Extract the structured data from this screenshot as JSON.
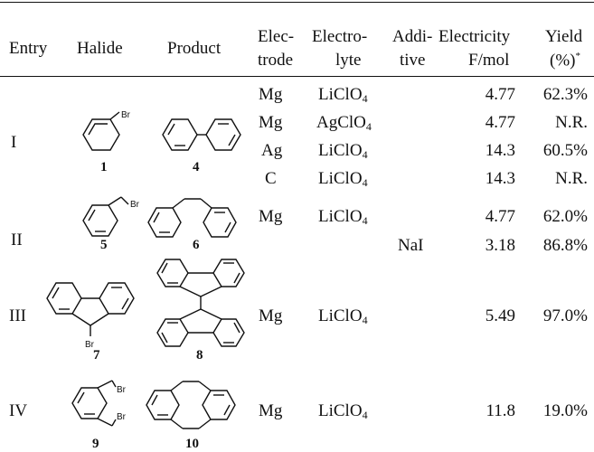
{
  "table": {
    "headers": {
      "entry": "Entry",
      "halide": "Halide",
      "product": "Product",
      "electrode_l1": "Elec-",
      "electrode_l2": "trode",
      "electrolyte_l1": "Electro-",
      "electrolyte_l2": "lyte",
      "additive_l1": "Addi-",
      "additive_l2": "tive",
      "electricity_l1": "Electricity",
      "electricity_l2": "F/mol",
      "yield_l1": "Yield",
      "yield_l2": "(%)",
      "yield_mark": "*"
    },
    "groups": [
      {
        "entry": "I",
        "halide_num": "1",
        "product_num": "4",
        "halide_label": "Br"
      },
      {
        "entry": "II",
        "halide_num": "5",
        "product_num": "6",
        "halide_label": "Br"
      },
      {
        "entry": "III",
        "halide_num": "7",
        "product_num": "8",
        "halide_label": "Br"
      },
      {
        "entry": "IV",
        "halide_num": "9",
        "product_num": "10",
        "halide_label_1": "Br",
        "halide_label_2": "Br"
      }
    ],
    "rows": [
      {
        "electrode": "Mg",
        "electrolyte": "LiClO",
        "electrolyte_sub": "4",
        "additive": "",
        "electricity": "4.77",
        "yield": "62.3%"
      },
      {
        "electrode": "Mg",
        "electrolyte": "AgClO",
        "electrolyte_sub": "4",
        "additive": "",
        "electricity": "4.77",
        "yield": "N.R."
      },
      {
        "electrode": "Ag",
        "electrolyte": "LiClO",
        "electrolyte_sub": "4",
        "additive": "",
        "electricity": "14.3",
        "yield": "60.5%"
      },
      {
        "electrode": "C",
        "electrolyte": "LiClO",
        "electrolyte_sub": "4",
        "additive": "",
        "electricity": "14.3",
        "yield": "N.R."
      },
      {
        "electrode": "Mg",
        "electrolyte": "LiClO",
        "electrolyte_sub": "4",
        "additive": "",
        "electricity": "4.77",
        "yield": "62.0%"
      },
      {
        "electrode": "",
        "electrolyte": "",
        "electrolyte_sub": "",
        "additive": "NaI",
        "electricity": "3.18",
        "yield": "86.8%"
      },
      {
        "electrode": "Mg",
        "electrolyte": "LiClO",
        "electrolyte_sub": "4",
        "additive": "",
        "electricity": "5.49",
        "yield": "97.0%"
      },
      {
        "electrode": "Mg",
        "electrolyte": "LiClO",
        "electrolyte_sub": "4",
        "additive": "",
        "electricity": "11.8",
        "yield": "19.0%"
      }
    ]
  }
}
